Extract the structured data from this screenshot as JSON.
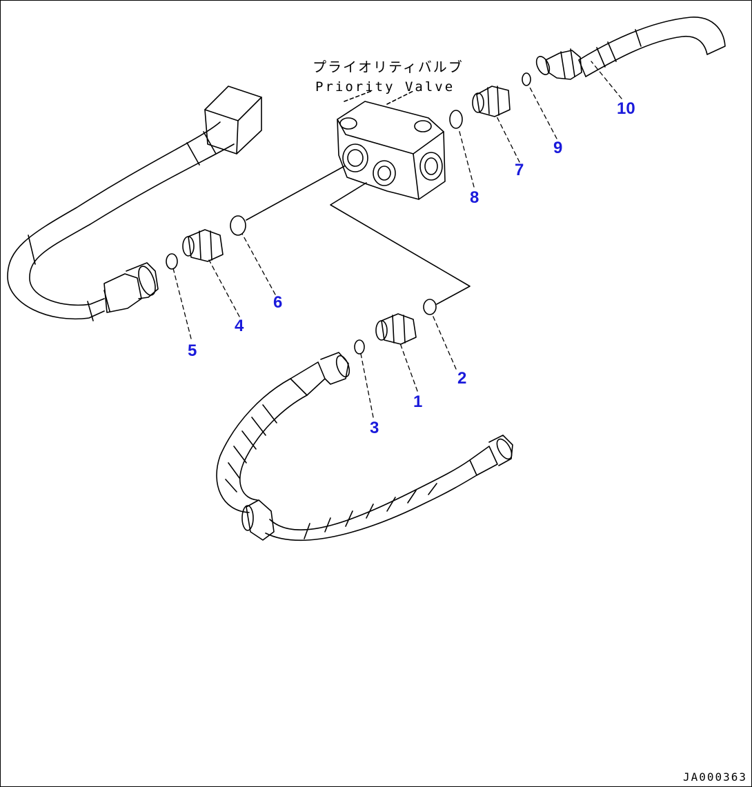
{
  "assembly": {
    "title_jp": "プライオリティバルブ",
    "title_en": "Priority Valve"
  },
  "drawing_code": "JA000363",
  "accent_color": "#1a1adb",
  "callouts": [
    "1",
    "2",
    "3",
    "4",
    "5",
    "6",
    "7",
    "8",
    "9",
    "10"
  ]
}
